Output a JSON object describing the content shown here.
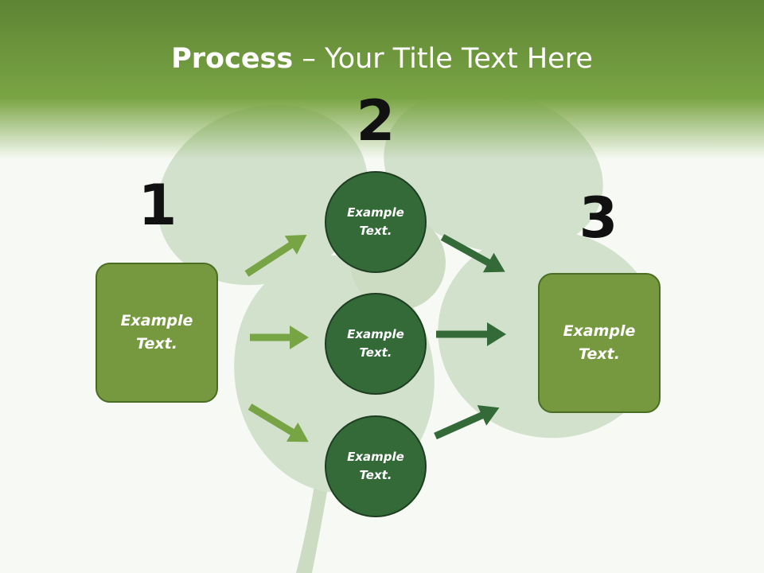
{
  "title": {
    "bold": "Process",
    "rest": " – Your Title Text Here"
  },
  "steps": {
    "one": {
      "number": "1",
      "text": "Example\nText."
    },
    "two": {
      "number": "2"
    },
    "three": {
      "number": "3",
      "text": "Example\nText."
    }
  },
  "circles": [
    {
      "text": "Example\nText."
    },
    {
      "text": "Example\nText."
    },
    {
      "text": "Example\nText."
    }
  ],
  "colors": {
    "header": "#6e9a3e",
    "box_fill": "#76993f",
    "circle_fill": "#336a38",
    "arrow_light": "#77a444",
    "arrow_dark": "#336a38"
  },
  "background_image": "four-leaf-clover"
}
